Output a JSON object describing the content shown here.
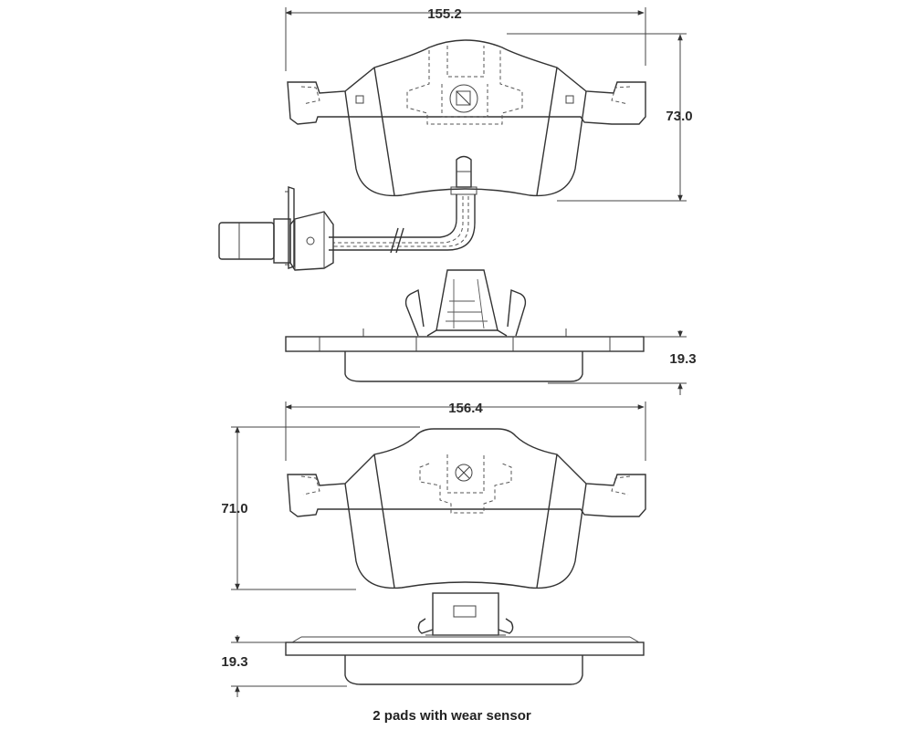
{
  "dimensions": {
    "top_width": "155.2",
    "top_height": "73.0",
    "top_thickness": "19.3",
    "bottom_width": "156.4",
    "bottom_height": "71.0",
    "bottom_thickness": "19.3"
  },
  "caption": "2 pads with wear sensor"
}
